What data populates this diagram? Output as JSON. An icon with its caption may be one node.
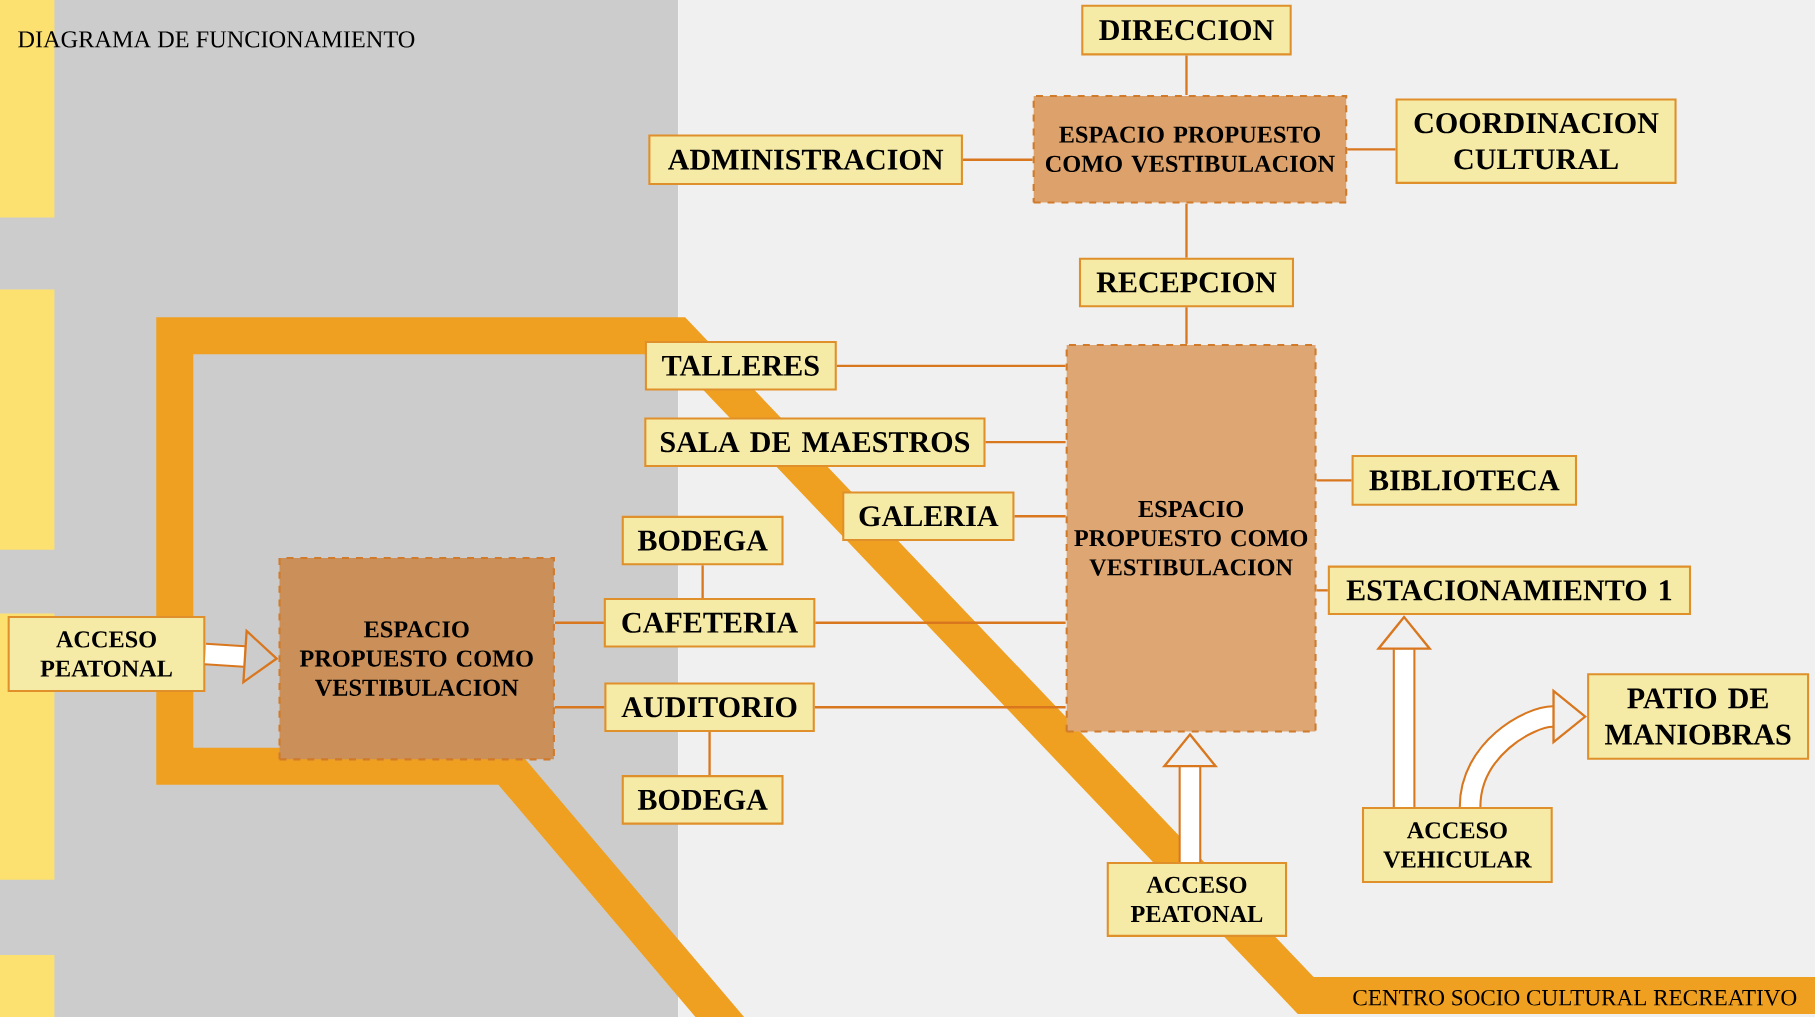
{
  "diagram": {
    "title": "DIAGRAMA DE FUNCIONAMIENTO",
    "nodes": [
      {
        "text": [
          "DIRECCION"
        ]
      },
      {
        "text": [
          "ESPACIO PROPUESTO COMO VESTIBULACION"
        ]
      },
      {
        "text": [
          "ADMINISTRACION"
        ]
      },
      {
        "text": [
          "COORDINACION CULTURAL"
        ]
      },
      {
        "text": [
          "RECEPCION"
        ]
      },
      {
        "text": [
          "ESPACIO PROPUESTO COMO VESTIBULACION"
        ]
      },
      {
        "text": [
          "TALLERES"
        ]
      },
      {
        "text": [
          "SALA DE MAESTROS"
        ]
      },
      {
        "text": [
          "GALERIA"
        ]
      },
      {
        "text": [
          "BIBLIOTECA"
        ]
      },
      {
        "text": [
          "ESTACIONAMIENTO 1"
        ]
      },
      {
        "text": [
          "BODEGA"
        ]
      },
      {
        "text": [
          "CAFETERIA"
        ]
      },
      {
        "text": [
          "ESPACIO PROPUESTO COMO VESTIBULACION"
        ]
      },
      {
        "text": [
          "ACCESO PEATONAL"
        ]
      },
      {
        "text": [
          "AUDITORIO"
        ]
      },
      {
        "text": [
          "BODEGA"
        ]
      },
      {
        "text": [
          "ACCESO PEATONAL"
        ]
      },
      {
        "text": [
          "ACCESO VEHICULAR"
        ]
      },
      {
        "text": [
          "PATIO DE MANIOBRAS"
        ]
      }
    ],
    "edges": [
      {
        "from": 0,
        "to": 1,
        "arrow": "none"
      },
      {
        "from": 2,
        "to": 1,
        "arrow": "none"
      },
      {
        "from": 1,
        "to": 3,
        "arrow": "none"
      },
      {
        "from": 1,
        "to": 4,
        "arrow": "none"
      },
      {
        "from": 4,
        "to": 5,
        "arrow": "none"
      },
      {
        "from": 6,
        "to": 5,
        "arrow": "none"
      },
      {
        "from": 7,
        "to": 5,
        "arrow": "none"
      },
      {
        "from": 8,
        "to": 5,
        "arrow": "none"
      },
      {
        "from": 5,
        "to": 9,
        "arrow": "none"
      },
      {
        "from": 5,
        "to": 10,
        "arrow": "none"
      },
      {
        "from": 11,
        "to": 12,
        "arrow": "none"
      },
      {
        "from": 13,
        "to": 12,
        "arrow": "none"
      },
      {
        "from": 12,
        "to": 5,
        "arrow": "none"
      },
      {
        "from": 13,
        "to": 15,
        "arrow": "none"
      },
      {
        "from": 15,
        "to": 5,
        "arrow": "none"
      },
      {
        "from": 15,
        "to": 16,
        "arrow": "none"
      },
      {
        "from": 14,
        "to": 13,
        "arrow": "to",
        "style": "thick"
      },
      {
        "from": 17,
        "to": 5,
        "arrow": "to",
        "style": "thick"
      },
      {
        "from": 18,
        "to": 10,
        "arrow": "to",
        "style": "thick"
      },
      {
        "from": 18,
        "to": 19,
        "arrow": "to",
        "style": "thick"
      }
    ],
    "labels": [
      "CENTRO SOCIO CULTURAL RECREATIVO"
    ]
  }
}
